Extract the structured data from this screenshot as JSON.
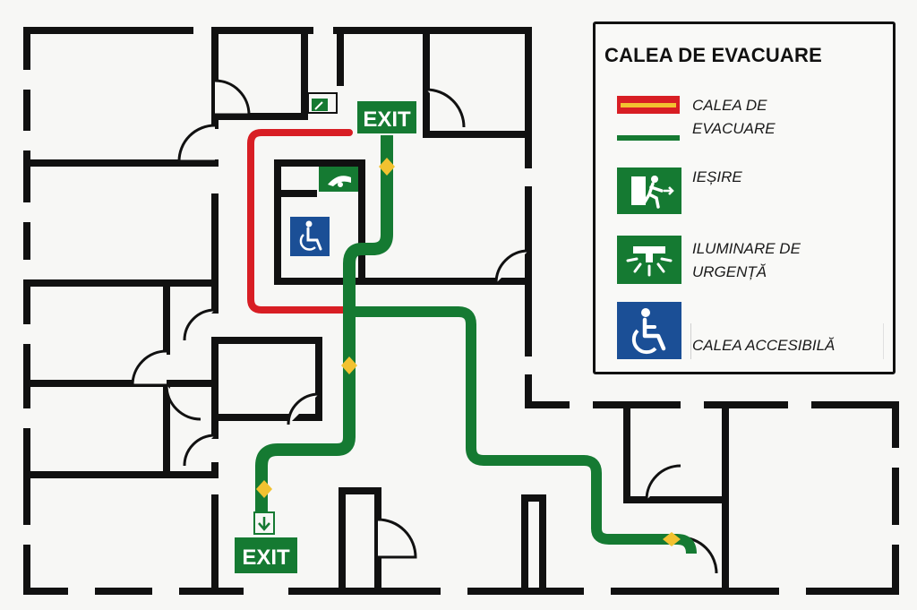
{
  "legend": {
    "title": "CALEA DE EVACUARE",
    "items": [
      {
        "label_line1": "CALEA DE",
        "label_line2": "EVACUARE"
      },
      {
        "label_line1": "IEȘIRE",
        "label_line2": ""
      },
      {
        "label_line1": "ILUMINARE DE",
        "label_line2": "URGENȚĂ"
      },
      {
        "label_line1": "CALEA ACCESIBILĂ",
        "label_line2": ""
      }
    ]
  },
  "signs": {
    "exit_top": "EXIT",
    "exit_bottom": "EXIT"
  },
  "colors": {
    "wall": "#111111",
    "route_green": "#157a32",
    "route_red": "#d81e24",
    "marker_yellow": "#f2c230",
    "sign_green": "#157a32",
    "access_blue": "#1b4f96"
  },
  "icons": [
    "exit-sign-icon",
    "emergency-light-icon",
    "wheelchair-icon",
    "fire-extinguisher-icon"
  ]
}
